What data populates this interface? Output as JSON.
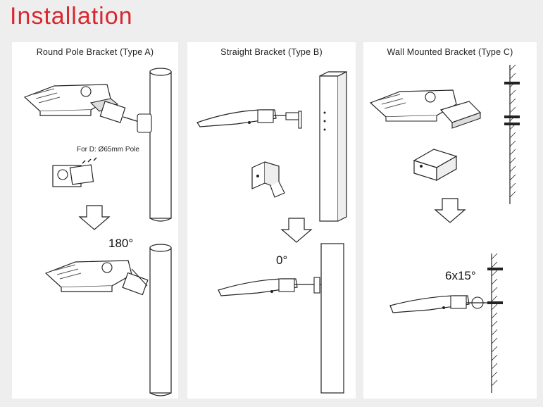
{
  "page": {
    "title": "Installation"
  },
  "panels": [
    {
      "id": "a",
      "title": "Round Pole Bracket (Type A)",
      "note": "For D: Ø65mm Pole",
      "angle": "180°"
    },
    {
      "id": "b",
      "title": "Straight Bracket (Type B)",
      "angle": "0°"
    },
    {
      "id": "c",
      "title": "Wall Mounted Bracket (Type C)",
      "angle": "6x15°"
    }
  ],
  "icons": [
    "down-arrow-icon",
    "fixture-illustration",
    "pole-illustration",
    "bracket-illustration",
    "wall-illustration"
  ]
}
